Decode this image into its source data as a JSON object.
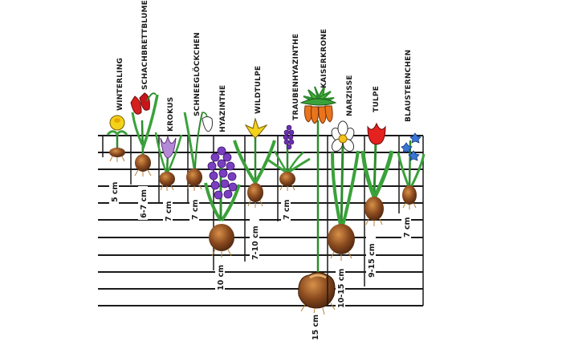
{
  "plants": [
    {
      "name": "WINTERLING",
      "depth": "5 cm",
      "depth_cm": 5,
      "flower": "yellow-cup"
    },
    {
      "name": "SCHACHBRETTBLUME",
      "depth": "6-7 cm",
      "depth_cm": 6.5,
      "flower": "red-bells"
    },
    {
      "name": "KROKUS",
      "depth": "7 cm",
      "depth_cm": 7,
      "flower": "purple-cup"
    },
    {
      "name": "SCHNEEGLÖCKCHEN",
      "depth": "7 cm",
      "depth_cm": 7,
      "flower": "white-bell"
    },
    {
      "name": "HYAZINTHE",
      "depth": "10 cm",
      "depth_cm": 10,
      "flower": "purple-spike"
    },
    {
      "name": "WILDTULPE",
      "depth": "7-10 cm",
      "depth_cm": 8.5,
      "flower": "yellow-star"
    },
    {
      "name": "TRAUBENHYAZINTHE",
      "depth": "7 cm",
      "depth_cm": 7,
      "flower": "purple-grape"
    },
    {
      "name": "KAISERKRONE",
      "depth": "15 cm",
      "depth_cm": 15,
      "flower": "orange-crown"
    },
    {
      "name": "NARZISSE",
      "depth": "10-15 cm",
      "depth_cm": 12.5,
      "flower": "white-daffodil"
    },
    {
      "name": "TULPE",
      "depth": "9-15 cm",
      "depth_cm": 12,
      "flower": "red-tulip"
    },
    {
      "name": "BLAUSTERNCHEN",
      "depth": "7 cm",
      "depth_cm": 7,
      "flower": "blue-stars"
    }
  ],
  "colors": {
    "line": "#1a1a1a",
    "stem": "#2e8b2e",
    "leaf": "#3aa23a",
    "bulb": "#7a4420",
    "bulb_light": "#c9823e",
    "root": "#b5823a"
  }
}
